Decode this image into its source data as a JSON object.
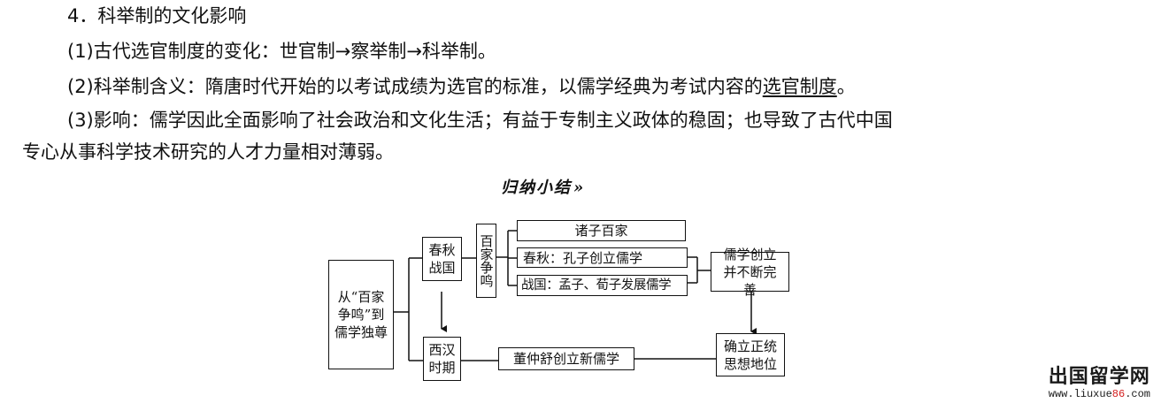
{
  "section": {
    "heading": "4．科举制的文化影响",
    "p1": "(1)古代选官制度的变化：世官制→察举制→科举制。",
    "p2_prefix": "(2)科举制含义：隋唐时代开始的以考试成绩为选官的标准，以儒学经典为考试内容的",
    "p2_underlined": "选官制度",
    "p2_suffix": "。",
    "p3_line1": "(3)影响：儒学因此全面影响了社会政治和文化生活；有益于专制主义政体的稳固；也导致了古代中国",
    "p3_line2": "专心从事科学技术研究的人才力量相对薄弱。"
  },
  "summary": {
    "title": "归纳小结",
    "chevrons": "»"
  },
  "diagram": {
    "root": "从“百家争鸣”到儒学独尊",
    "spring_autumn": "春秋战国",
    "western_han": "西汉时期",
    "hundred_schools": "百家争鸣",
    "zhuzi": "诸子百家",
    "chunqiu": "春秋：孔子创立儒学",
    "zhanguo": "战国：孟子、荀子发展儒学",
    "ru_founded": "儒学创立并不断完善",
    "dong": "董仲舒创立新儒学",
    "orthodox": "确立正统思想地位"
  },
  "watermark": {
    "name": "出国留学网",
    "url_prefix": "www.liuxue",
    "url_num": "86",
    "url_suffix": ".com"
  }
}
